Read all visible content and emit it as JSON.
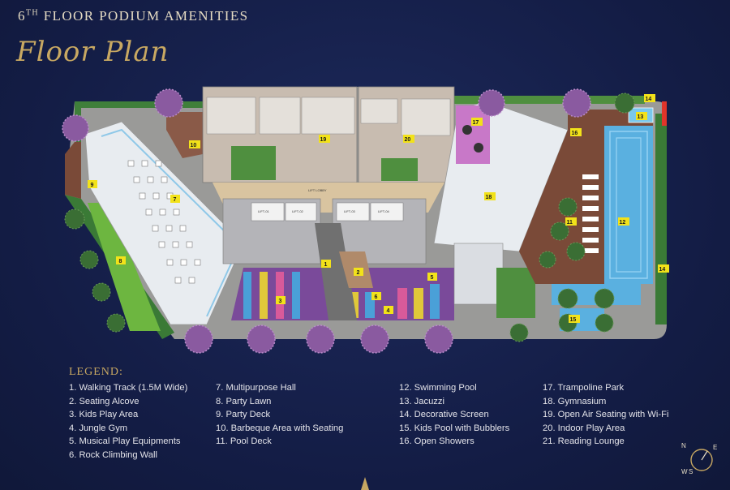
{
  "header": {
    "floor_num": "6",
    "floor_suffix": "TH",
    "title": "FLOOR PODIUM AMENITIES",
    "subtitle": "Floor Plan"
  },
  "plan": {
    "lift_lobby": "LIFT LOBBY",
    "lifts": [
      "LIFT-01",
      "LIFT-02",
      "LIFT-03",
      "LIFT-04"
    ],
    "markers": [
      "1",
      "2",
      "3",
      "4",
      "5",
      "6",
      "7",
      "8",
      "9",
      "10",
      "11",
      "12",
      "13",
      "14",
      "14",
      "15",
      "16",
      "17",
      "18",
      "19",
      "20"
    ]
  },
  "legend": {
    "title": "LEGEND:",
    "items": [
      "1. Walking Track (1.5M Wide)",
      "2. Seating Alcove",
      "3. Kids Play Area",
      "4. Jungle Gym",
      "5. Musical Play Equipments",
      "6. Rock Climbing Wall",
      "7. Multipurpose Hall",
      "8. Party Lawn",
      "9. Party Deck",
      "10. Barbeque Area with Seating",
      "11. Pool Deck",
      "12. Swimming Pool",
      "13. Jacuzzi",
      "14. Decorative Screen",
      "15. Kids Pool with Bubblers",
      "16. Open Showers",
      "17. Trampoline Park",
      "18. Gymnasium",
      "19. Open Air Seating with Wi-Fi",
      "20. Indoor Play Area",
      "21. Reading Lounge"
    ]
  },
  "compass": {
    "n": "N",
    "e": "E",
    "s": "S",
    "w": "W"
  },
  "colors": {
    "background": "#16204a",
    "gold": "#c8a862",
    "marker": "#f2e21a",
    "pool": "#5ab0e0",
    "deck": "#7a4a38",
    "lawn": "#6db640"
  }
}
